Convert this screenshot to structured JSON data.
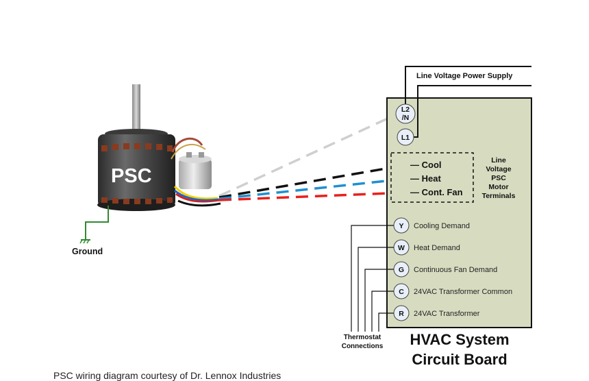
{
  "motor": {
    "label": "PSC"
  },
  "ground_label": "Ground",
  "power_supply_label": "Line Voltage Power Supply",
  "line_terminals": [
    {
      "id": "l2",
      "text_line1": "L2",
      "text_line2": "/N"
    },
    {
      "id": "l1",
      "text_line1": "L1",
      "text_line2": ""
    }
  ],
  "motor_taps": [
    {
      "label": "Cool",
      "color": "#111111"
    },
    {
      "label": "Heat",
      "color": "#1f8fd1"
    },
    {
      "label": "Cont. Fan",
      "color": "#e8201c"
    }
  ],
  "l2_wire_color": "#cfcfcf",
  "motor_terminals_label": [
    "Line",
    "Voltage",
    "PSC",
    "Motor",
    "Terminals"
  ],
  "thermostat_terminals": [
    {
      "letter": "Y",
      "desc": "Cooling Demand"
    },
    {
      "letter": "W",
      "desc": "Heat Demand"
    },
    {
      "letter": "G",
      "desc": "Continuous Fan Demand"
    },
    {
      "letter": "C",
      "desc": "24VAC Transformer Common"
    },
    {
      "letter": "R",
      "desc": "24VAC Transformer"
    }
  ],
  "thermostat_label": [
    "Thermostat",
    "Connections"
  ],
  "board_title": [
    "HVAC System",
    "Circuit Board"
  ],
  "board_color": "#d7dcc0",
  "caption": "PSC wiring diagram courtesy of Dr. Lennox Industries"
}
